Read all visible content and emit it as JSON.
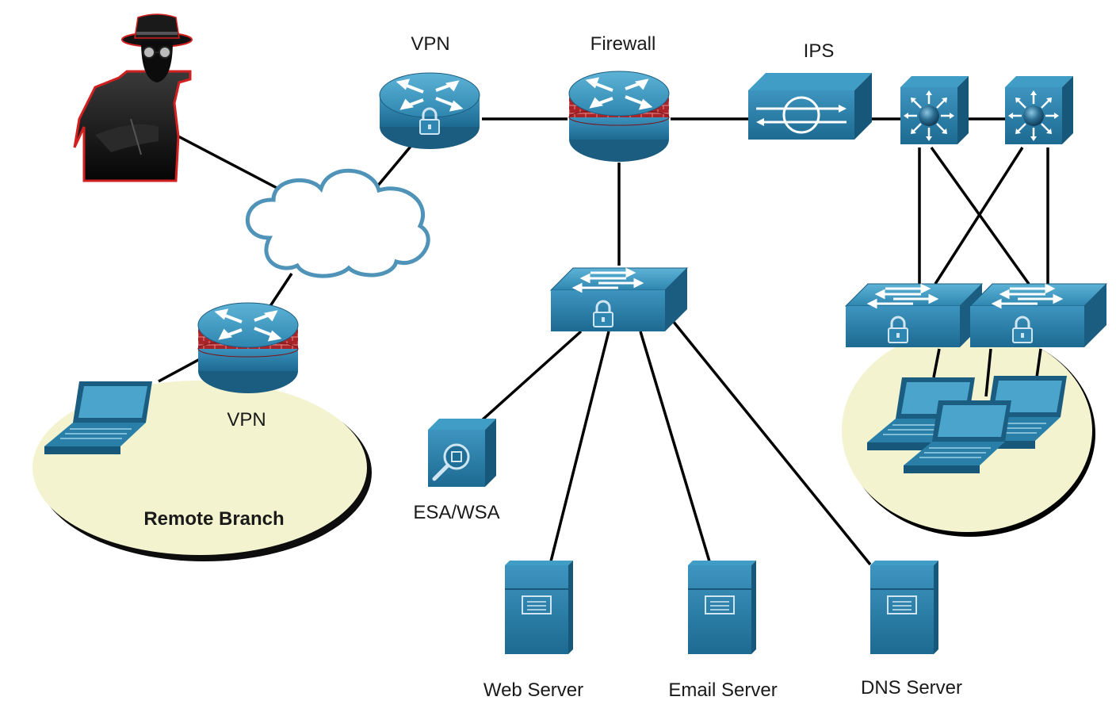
{
  "labels": {
    "vpn_top": "VPN",
    "firewall": "Firewall",
    "ips": "IPS",
    "vpn_branch": "VPN",
    "remote_branch": "Remote Branch",
    "esa_wsa": "ESA/WSA",
    "web_server": "Web Server",
    "email_server": "Email Server",
    "dns_server": "DNS Server"
  },
  "colors": {
    "device_blue": "#2a7fa8",
    "device_blue_dark": "#1c5f82",
    "device_blue_light": "#4da3c8",
    "firewall_red": "#b3262a",
    "zone_fill": "#f3f3cf",
    "cloud_stroke": "#4f93b8",
    "attacker_outline": "#d22020"
  },
  "icons": {
    "attacker": "hacker-icon",
    "cloud": "internet-cloud-icon",
    "router": "router-icon",
    "firewall": "firewall-icon",
    "ips": "ips-icon",
    "switch": "switch-icon",
    "l3_switch": "layer3-switch-icon",
    "server": "server-icon",
    "laptop": "laptop-icon",
    "content_security": "esa-wsa-icon"
  }
}
